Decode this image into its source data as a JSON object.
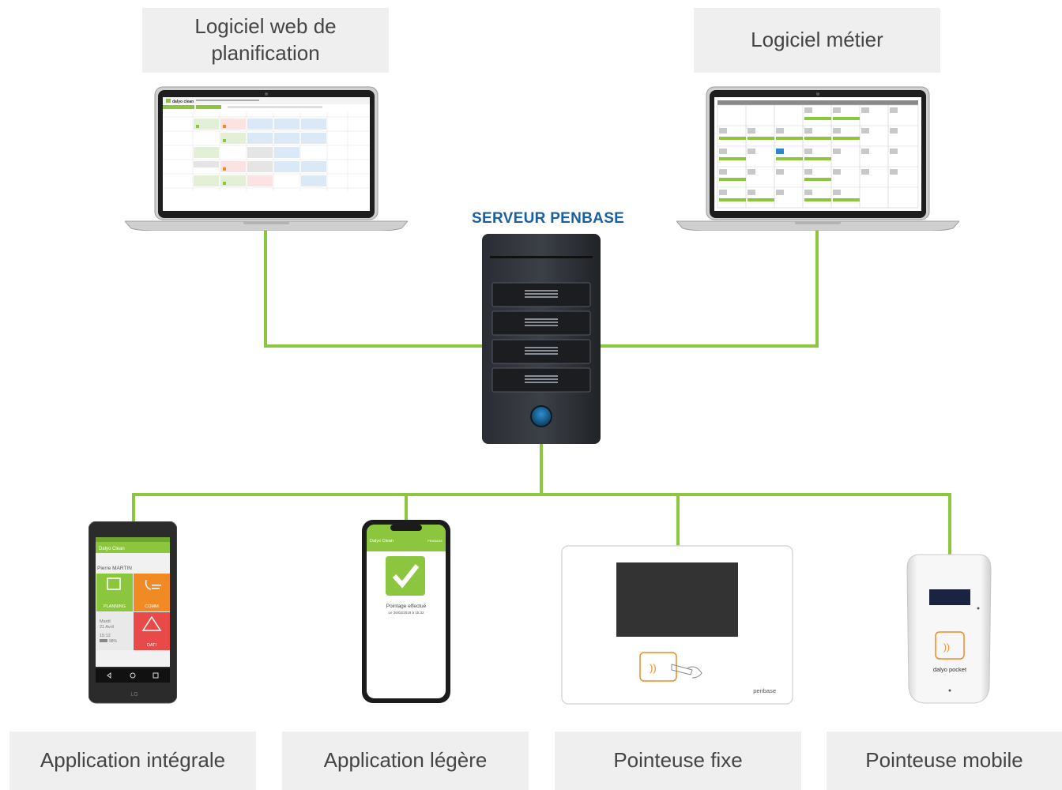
{
  "labels": {
    "web_planning": "Logiciel web de planification",
    "business_software": "Logiciel métier",
    "server": "SERVEUR PENBASE",
    "full_app": "Application intégrale",
    "light_app": "Application légère",
    "fixed_terminal": "Pointeuse fixe",
    "mobile_terminal": "Pointeuse mobile"
  },
  "android_phone": {
    "app_title": "Dalyo Clean",
    "user_name": "Pierre MARTIN",
    "tile_planning": "PLANNING",
    "tile_comm": "COMM",
    "tile_dati": "DATI",
    "date_line1": "Mardi",
    "date_line2": "21 Avril",
    "time": "15:12",
    "battery": "98%",
    "brand": "LG"
  },
  "iphone": {
    "app_title": "Dalyo Clean",
    "app_right": "PENBASE",
    "status_text": "Pointage effectué",
    "status_date": "Le 26/02/2019 à 15:32"
  },
  "fixed_terminal": {
    "brand": "penbase"
  },
  "mobile_terminal": {
    "brand": "dalyo pocket"
  },
  "web_app_screen": {
    "logo": "dalyo clean"
  },
  "colors": {
    "connector": "#8cc63f",
    "server_title": "#1a5fa0",
    "label_bg": "#efefef"
  }
}
